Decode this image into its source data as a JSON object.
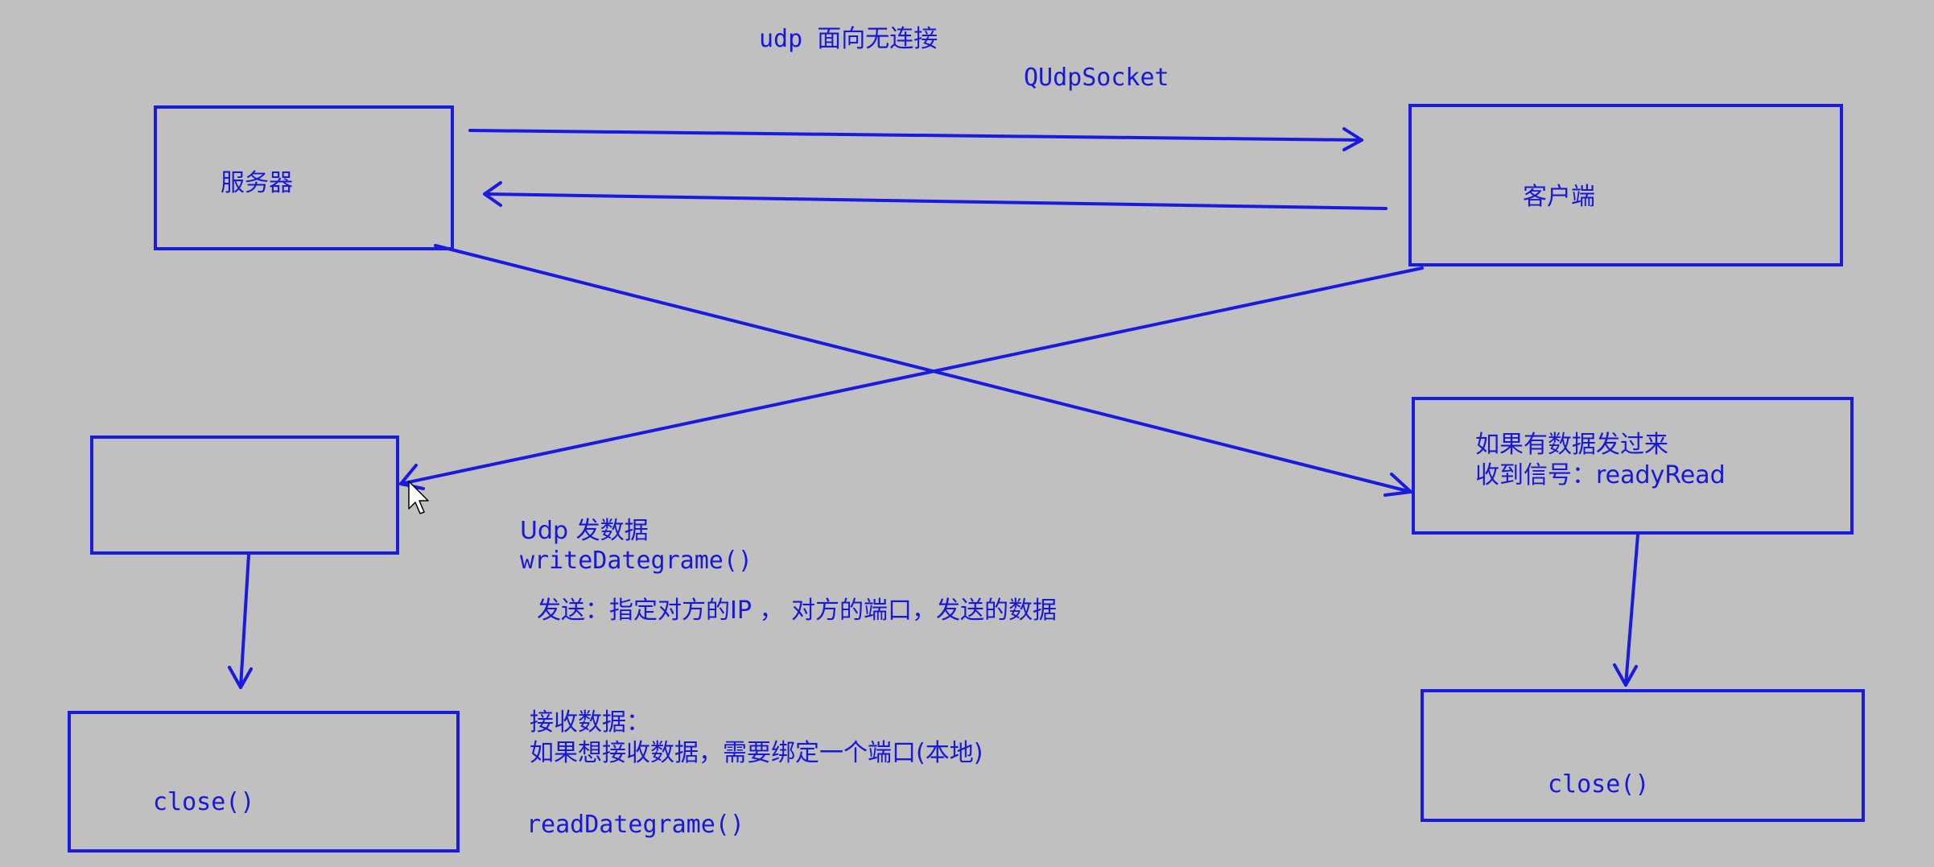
{
  "title": "udp 面向无连接",
  "subtitle": "QUdpSocket",
  "server_label": "服务器",
  "client_label": "客户端",
  "client_receive": {
    "line1": "如果有数据发过来",
    "line2": "收到信号：readyRead"
  },
  "send_notes": {
    "line1": "Udp 发数据",
    "line2": "writeDategrame()",
    "line3": "发送：指定对方的IP ， 对方的端口，发送的数据"
  },
  "receive_notes": {
    "line1": "接收数据：",
    "line2": "如果想接收数据，需要绑定一个端口(本地)",
    "line3": "readDategrame()"
  },
  "server_close": "close()",
  "client_close": "close()",
  "colors": {
    "background": "#c0c0c0",
    "ink": "#1a1ae0"
  },
  "icons": [
    "mouse-cursor-icon"
  ]
}
